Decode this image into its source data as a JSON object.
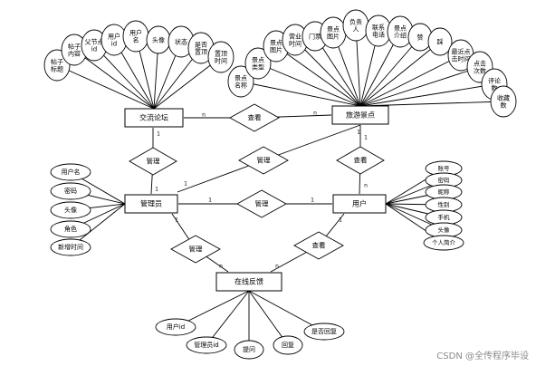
{
  "entities": {
    "forum": "交流论坛",
    "spot": "旅游景点",
    "admin": "管理员",
    "user": "用户",
    "feedback": "在线反馈"
  },
  "relations": {
    "forum_spot": "查看",
    "forum_admin": "管理",
    "admin_spot": "管理",
    "spot_user": "查看",
    "admin_user": "管理",
    "admin_feedback": "管理",
    "user_feedback": "查看"
  },
  "forum_attrs": [
    "帖子标题",
    "帖子内容",
    "父节点id",
    "用户id",
    "用户名",
    "头像",
    "状态",
    "是否置顶",
    "置顶时间"
  ],
  "spot_attrs": [
    "景点名称",
    "景点类型",
    "景点图片",
    "营业时间",
    "门票",
    "景点图片",
    "负责人",
    "联系电话",
    "景点介绍",
    "赞",
    "踩",
    "最近点击时间",
    "点击次数",
    "评论数",
    "收藏数"
  ],
  "admin_attrs": [
    "用户名",
    "密码",
    "头像",
    "角色",
    "新增时间"
  ],
  "user_attrs": [
    "账号",
    "密码",
    "昵称",
    "性别",
    "手机",
    "头像",
    "个人简介"
  ],
  "feedback_attrs": [
    "用户id",
    "管理员id",
    "提问",
    "回复",
    "是否回复"
  ],
  "cardinality": {
    "one": "1",
    "many": "n"
  },
  "watermark": "CSDN @全传程序毕设"
}
